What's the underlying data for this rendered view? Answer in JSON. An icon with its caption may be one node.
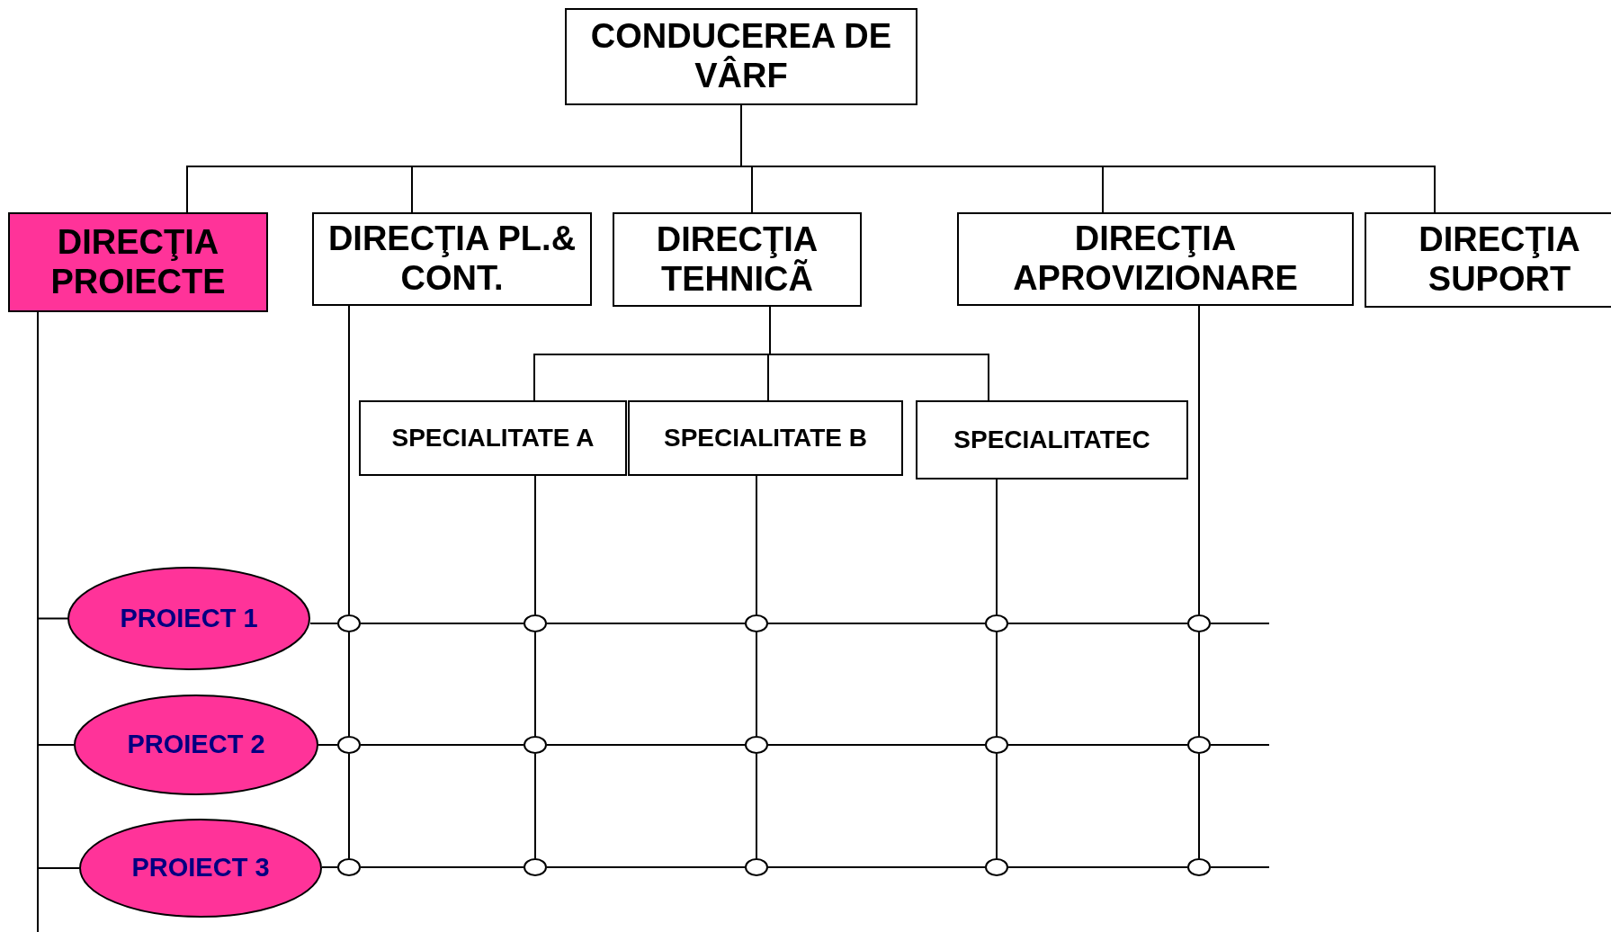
{
  "diagram": {
    "nodes": [
      {
        "text": [
          "CONDUCEREA DE VÂRF"
        ]
      },
      {
        "text": [
          "DIRECŢIA PROIECTE"
        ]
      },
      {
        "text": [
          "DIRECŢIA PL.& CONT."
        ]
      },
      {
        "text": [
          "DIRECŢIA TEHNICÃ"
        ]
      },
      {
        "text": [
          "DIRECŢIA APROVIZIONARE"
        ]
      },
      {
        "text": [
          "DIRECŢIA SUPORT"
        ]
      },
      {
        "text": [
          "SPECIALITATE A"
        ]
      },
      {
        "text": [
          "SPECIALITATE B"
        ]
      },
      {
        "text": [
          "SPECIALITATEC"
        ]
      },
      {
        "text": [
          "PROIECT 1"
        ]
      },
      {
        "text": [
          "PROIECT 2"
        ]
      },
      {
        "text": [
          "PROIECT 3"
        ]
      },
      {
        "text": [],
        "shape": "circle"
      },
      {
        "text": [],
        "shape": "circle"
      },
      {
        "text": [],
        "shape": "circle"
      },
      {
        "text": [],
        "shape": "circle"
      },
      {
        "text": [],
        "shape": "circle"
      },
      {
        "text": [],
        "shape": "circle"
      },
      {
        "text": [],
        "shape": "circle"
      },
      {
        "text": [],
        "shape": "circle"
      },
      {
        "text": [],
        "shape": "circle"
      },
      {
        "text": [],
        "shape": "circle"
      },
      {
        "text": [],
        "shape": "circle"
      },
      {
        "text": [],
        "shape": "circle"
      },
      {
        "text": [],
        "shape": "circle"
      },
      {
        "text": [],
        "shape": "circle"
      },
      {
        "text": [],
        "shape": "circle"
      }
    ],
    "edges": [
      {
        "from": 0,
        "to": 1,
        "arrow": "none"
      },
      {
        "from": 0,
        "to": 2,
        "arrow": "none"
      },
      {
        "from": 0,
        "to": 3,
        "arrow": "none"
      },
      {
        "from": 0,
        "to": 4,
        "arrow": "none"
      },
      {
        "from": 0,
        "to": 5,
        "arrow": "none"
      },
      {
        "from": 3,
        "to": 6,
        "arrow": "none"
      },
      {
        "from": 3,
        "to": 7,
        "arrow": "none"
      },
      {
        "from": 3,
        "to": 8,
        "arrow": "none"
      },
      {
        "from": 1,
        "to": 9,
        "arrow": "none"
      },
      {
        "from": 1,
        "to": 10,
        "arrow": "none"
      },
      {
        "from": 1,
        "to": 11,
        "arrow": "none"
      },
      {
        "from": 9,
        "to": 12,
        "arrow": "none"
      },
      {
        "from": 12,
        "to": 13,
        "arrow": "none"
      },
      {
        "from": 13,
        "to": 14,
        "arrow": "none"
      },
      {
        "from": 14,
        "to": 15,
        "arrow": "none"
      },
      {
        "from": 15,
        "to": 16,
        "arrow": "none"
      },
      {
        "from": 16,
        "to": null,
        "arrow": "none"
      },
      {
        "from": 10,
        "to": 17,
        "arrow": "none"
      },
      {
        "from": 17,
        "to": 18,
        "arrow": "none"
      },
      {
        "from": 18,
        "to": 19,
        "arrow": "none"
      },
      {
        "from": 19,
        "to": 20,
        "arrow": "none"
      },
      {
        "from": 20,
        "to": 21,
        "arrow": "none"
      },
      {
        "from": 21,
        "to": null,
        "arrow": "none"
      },
      {
        "from": 11,
        "to": 22,
        "arrow": "none"
      },
      {
        "from": 22,
        "to": 23,
        "arrow": "none"
      },
      {
        "from": 23,
        "to": 24,
        "arrow": "none"
      },
      {
        "from": 24,
        "to": 25,
        "arrow": "none"
      },
      {
        "from": 25,
        "to": 26,
        "arrow": "none"
      },
      {
        "from": 26,
        "to": null,
        "arrow": "none"
      },
      {
        "from": 2,
        "to": 12,
        "arrow": "none"
      },
      {
        "from": 12,
        "to": 17,
        "arrow": "none"
      },
      {
        "from": 17,
        "to": 22,
        "arrow": "none"
      },
      {
        "from": 6,
        "to": 13,
        "arrow": "none"
      },
      {
        "from": 13,
        "to": 18,
        "arrow": "none"
      },
      {
        "from": 18,
        "to": 23,
        "arrow": "none"
      },
      {
        "from": 7,
        "to": 14,
        "arrow": "none"
      },
      {
        "from": 14,
        "to": 19,
        "arrow": "none"
      },
      {
        "from": 19,
        "to": 24,
        "arrow": "none"
      },
      {
        "from": 8,
        "to": 15,
        "arrow": "none"
      },
      {
        "from": 15,
        "to": 20,
        "arrow": "none"
      },
      {
        "from": 20,
        "to": 25,
        "arrow": "none"
      },
      {
        "from": 4,
        "to": 16,
        "arrow": "none"
      },
      {
        "from": 16,
        "to": 21,
        "arrow": "none"
      },
      {
        "from": 21,
        "to": 26,
        "arrow": "none"
      }
    ]
  }
}
